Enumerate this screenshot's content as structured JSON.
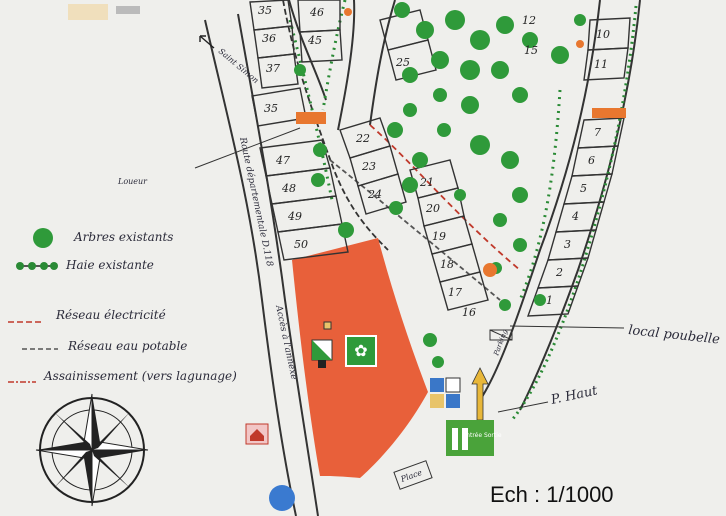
{
  "legend": {
    "items": [
      {
        "label": "Arbres existants",
        "symbol": "tree"
      },
      {
        "label": "Haie existante",
        "symbol": "hedge"
      },
      {
        "label": "Réseau électricité",
        "symbol": "line-red-dashed"
      },
      {
        "label": "Réseau eau potable",
        "symbol": "line-gray-dashed"
      },
      {
        "label": "Assainissement (vers lagunage)",
        "symbol": "line-red-dashdot"
      }
    ]
  },
  "annotations": {
    "road_main": "Route départementale D.118",
    "road_vertical": "Route départementale D.118",
    "road_access": "Accès à l'annexe",
    "direction_label": "Saint Simon",
    "local_label": "local poubelle",
    "building_label": "P. Haut",
    "loueur_label": "Loueur",
    "entry_label": "Entrée Sortie",
    "parking_label": "Parking",
    "place_label": "Place",
    "scale": "Ech : 1/1000"
  },
  "plots": {
    "left_column": [
      "35",
      "47",
      "48",
      "49",
      "50"
    ],
    "top_left": [
      "35",
      "36",
      "37",
      "45",
      "46"
    ],
    "center": [
      "22",
      "23",
      "24",
      "25",
      "21",
      "20",
      "19",
      "18",
      "17",
      "16"
    ],
    "right_column": [
      "7",
      "6",
      "5",
      "4",
      "3",
      "2",
      "1"
    ],
    "top_right": [
      "10",
      "11",
      "12",
      "15"
    ]
  },
  "colors": {
    "paper": "#efefec",
    "pool_area": "#e8603a",
    "tree": "#2f9a3a",
    "hedge": "#2a8a35",
    "road_line": "#333333",
    "electric": "#c0392b",
    "entrance": "#4aa33a"
  },
  "icons": [
    "compass-rose-icon",
    "toilet-block-icon",
    "playground-icon",
    "recycling-icon",
    "info-icon",
    "arrow-up-icon",
    "house-icon"
  ]
}
